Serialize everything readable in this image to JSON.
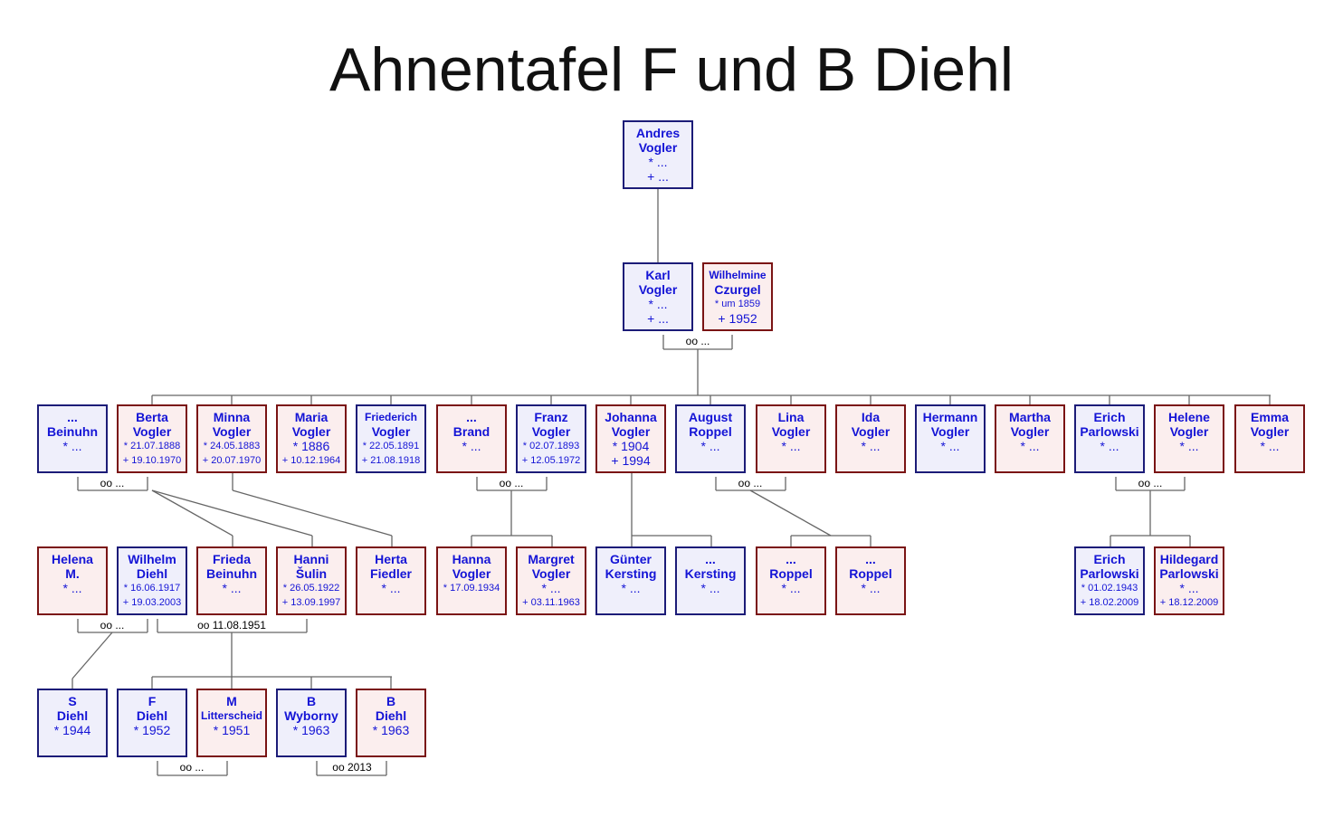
{
  "title": "Ahnentafel F und B Diehl",
  "colors": {
    "male_border": "#1c1c78",
    "male_fill": "#efeffb",
    "female_border": "#7a1414",
    "female_fill": "#fbeeee",
    "text": "#1414d6",
    "line": "#666666"
  },
  "persons": [
    {
      "id": "andres",
      "sex": "m",
      "lines": [
        "Andres",
        "Vogler"
      ],
      "dates": [
        "* ...",
        "+ ..."
      ]
    },
    {
      "id": "karl",
      "sex": "m",
      "lines": [
        "Karl",
        "Vogler"
      ],
      "dates": [
        "* ...",
        "+ ..."
      ]
    },
    {
      "id": "wilhelmine",
      "sex": "f",
      "lines": [
        "Wilhelmine",
        "Czurgel"
      ],
      "dates": [
        "* um 1859",
        "+ 1952"
      ]
    },
    {
      "id": "beinuhn",
      "sex": "m",
      "lines": [
        "...",
        "Beinuhn"
      ],
      "dates": [
        "* ..."
      ]
    },
    {
      "id": "berta",
      "sex": "f",
      "lines": [
        "Berta",
        "Vogler"
      ],
      "dates": [
        "* 21.07.1888",
        "+ 19.10.1970"
      ]
    },
    {
      "id": "minna",
      "sex": "f",
      "lines": [
        "Minna",
        "Vogler"
      ],
      "dates": [
        "* 24.05.1883",
        "+ 20.07.1970"
      ]
    },
    {
      "id": "maria",
      "sex": "f",
      "lines": [
        "Maria",
        "Vogler"
      ],
      "dates": [
        "* 1886",
        "+ 10.12.1964"
      ]
    },
    {
      "id": "friederich",
      "sex": "m",
      "lines": [
        "Friederich",
        "Vogler"
      ],
      "dates": [
        "* 22.05.1891",
        "+ 21.08.1918"
      ]
    },
    {
      "id": "brand",
      "sex": "f",
      "lines": [
        "...",
        "Brand"
      ],
      "dates": [
        "* ..."
      ]
    },
    {
      "id": "franz",
      "sex": "m",
      "lines": [
        "Franz",
        "Vogler"
      ],
      "dates": [
        "* 02.07.1893",
        "+ 12.05.1972"
      ]
    },
    {
      "id": "johanna",
      "sex": "f",
      "lines": [
        "Johanna",
        "Vogler"
      ],
      "dates": [
        "* 1904",
        "+ 1994"
      ]
    },
    {
      "id": "august",
      "sex": "m",
      "lines": [
        "August",
        "Roppel"
      ],
      "dates": [
        "* ..."
      ]
    },
    {
      "id": "lina",
      "sex": "f",
      "lines": [
        "Lina",
        "Vogler"
      ],
      "dates": [
        "* ..."
      ]
    },
    {
      "id": "ida",
      "sex": "f",
      "lines": [
        "Ida",
        "Vogler"
      ],
      "dates": [
        "* ..."
      ]
    },
    {
      "id": "hermann",
      "sex": "m",
      "lines": [
        "Hermann",
        "Vogler"
      ],
      "dates": [
        "* ..."
      ]
    },
    {
      "id": "martha",
      "sex": "f",
      "lines": [
        "Martha",
        "Vogler"
      ],
      "dates": [
        "* ..."
      ]
    },
    {
      "id": "erich1",
      "sex": "m",
      "lines": [
        "Erich",
        "Parlowski"
      ],
      "dates": [
        "* ..."
      ]
    },
    {
      "id": "helene",
      "sex": "f",
      "lines": [
        "Helene",
        "Vogler"
      ],
      "dates": [
        "* ..."
      ]
    },
    {
      "id": "emma",
      "sex": "f",
      "lines": [
        "Emma",
        "Vogler"
      ],
      "dates": [
        "* ..."
      ]
    },
    {
      "id": "helena",
      "sex": "f",
      "lines": [
        "Helena",
        "M."
      ],
      "dates": [
        "* ..."
      ]
    },
    {
      "id": "wilhelm",
      "sex": "m",
      "lines": [
        "Wilhelm",
        "Diehl"
      ],
      "dates": [
        "* 16.06.1917",
        "+ 19.03.2003"
      ]
    },
    {
      "id": "frieda",
      "sex": "f",
      "lines": [
        "Frieda",
        "Beinuhn"
      ],
      "dates": [
        "* ..."
      ]
    },
    {
      "id": "hanni",
      "sex": "f",
      "lines": [
        "Hanni",
        "Šulin"
      ],
      "dates": [
        "* 26.05.1922",
        "+ 13.09.1997"
      ]
    },
    {
      "id": "herta",
      "sex": "f",
      "lines": [
        "Herta",
        "Fiedler"
      ],
      "dates": [
        "* ..."
      ]
    },
    {
      "id": "hanna",
      "sex": "f",
      "lines": [
        "Hanna",
        "Vogler"
      ],
      "dates": [
        "* 17.09.1934"
      ]
    },
    {
      "id": "margret",
      "sex": "f",
      "lines": [
        "Margret",
        "Vogler"
      ],
      "dates": [
        "* ...",
        "+ 03.11.1963"
      ]
    },
    {
      "id": "guenter",
      "sex": "m",
      "lines": [
        "Günter",
        "Kersting"
      ],
      "dates": [
        "* ..."
      ]
    },
    {
      "id": "kersting",
      "sex": "m",
      "lines": [
        "...",
        "Kersting"
      ],
      "dates": [
        "* ..."
      ]
    },
    {
      "id": "roppel1",
      "sex": "f",
      "lines": [
        "...",
        "Roppel"
      ],
      "dates": [
        "* ..."
      ]
    },
    {
      "id": "roppel2",
      "sex": "f",
      "lines": [
        "...",
        "Roppel"
      ],
      "dates": [
        "* ..."
      ]
    },
    {
      "id": "erich2",
      "sex": "m",
      "lines": [
        "Erich",
        "Parlowski"
      ],
      "dates": [
        "* 01.02.1943",
        "+ 18.02.2009"
      ]
    },
    {
      "id": "hildegard",
      "sex": "f",
      "lines": [
        "Hildegard",
        "Parlowski"
      ],
      "dates": [
        "* ...",
        "+ 18.12.2009"
      ]
    },
    {
      "id": "s_diehl",
      "sex": "m",
      "lines": [
        "S",
        "Diehl"
      ],
      "dates": [
        "* 1944"
      ]
    },
    {
      "id": "f_diehl",
      "sex": "m",
      "lines": [
        "F",
        "Diehl"
      ],
      "dates": [
        "* 1952"
      ]
    },
    {
      "id": "m_litt",
      "sex": "f",
      "lines": [
        "M",
        "Litterscheid"
      ],
      "dates": [
        "* 1951"
      ]
    },
    {
      "id": "b_wyborny",
      "sex": "m",
      "lines": [
        "B",
        "Wyborny"
      ],
      "dates": [
        "* 1963"
      ]
    },
    {
      "id": "b_diehl",
      "sex": "f",
      "lines": [
        "B",
        "Diehl"
      ],
      "dates": [
        "* 1963"
      ]
    }
  ],
  "marriages": [
    {
      "id": "karl_wilhelmine",
      "label": "oo ..."
    },
    {
      "id": "beinuhn_berta",
      "label": "oo ..."
    },
    {
      "id": "brand_franz",
      "label": "oo ..."
    },
    {
      "id": "august_lina",
      "label": "oo ..."
    },
    {
      "id": "erich_helene",
      "label": "oo ..."
    },
    {
      "id": "helena_wilhelm",
      "label": "oo ..."
    },
    {
      "id": "wilhelm_hanni",
      "label": "oo 11.08.1951"
    },
    {
      "id": "f_m",
      "label": "oo ..."
    },
    {
      "id": "bw_bd",
      "label": "oo 2013"
    }
  ]
}
